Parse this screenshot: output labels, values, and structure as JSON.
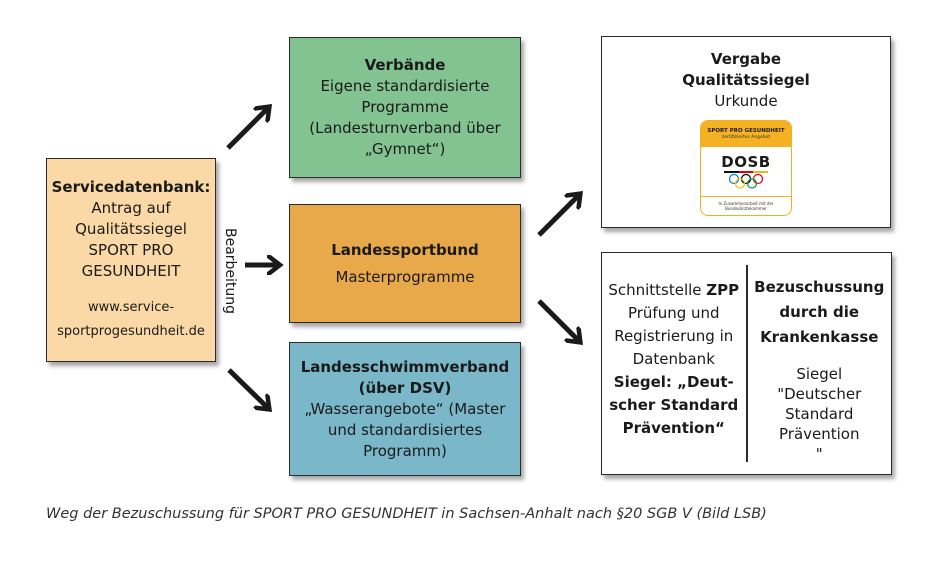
{
  "boxes": {
    "service": {
      "title": "Servicedatenbank:",
      "lines": [
        "Antrag auf",
        "Qualitätssiegel",
        "SPORT PRO",
        "GESUNDHEIT"
      ],
      "url_lines": [
        "www.service-",
        "sportprogesundheit.de"
      ],
      "color": "#fbd9a6"
    },
    "verbaende": {
      "title": "Verbände",
      "lines": [
        "Eigene standardisierte",
        "Programme",
        "(Landesturnverband über",
        "„Gymnet“)"
      ],
      "color": "#82c391"
    },
    "lsb": {
      "title": "Landessportbund",
      "subtitle": "Masterprogramme",
      "color": "#e8a94a"
    },
    "schwimm": {
      "title_lines": [
        "Landesschwimmverband",
        "(über DSV)"
      ],
      "lines": [
        "„Wasserangebote“ (Master",
        "und standardisiertes",
        "Programm)"
      ],
      "color": "#79b7c9"
    },
    "vergabe": {
      "title_lines": [
        "Vergabe",
        "Qualitätssiegel"
      ],
      "subtitle": "Urkunde",
      "seal": {
        "header": "SPORT PRO GESUNDHEIT",
        "subheader": "zertifiziertes Angebot",
        "logo": "DOSB",
        "footer_lines": [
          "In Zusammenarbeit mit der",
          "Bundesärztekammer"
        ],
        "accent": "#f4b223"
      }
    },
    "zpp": {
      "left": {
        "line1_prefix": "Schnittstelle ",
        "line1_bold": "ZPP",
        "lines": [
          "Prüfung und",
          "Registrierung in",
          "Datenbank"
        ],
        "bold_lines": [
          "Siegel: „Deut-",
          "scher Standard",
          "Prävention“"
        ]
      },
      "right": {
        "bold_lines": [
          "Bezuschussung",
          "durch die",
          "Krankenkasse"
        ],
        "lines": [
          "Siegel",
          "\"Deutscher",
          "Standard",
          "Prävention",
          "\""
        ]
      }
    }
  },
  "side_label": "Bearbeitung",
  "caption": "Weg der Bezuschussung für SPORT PRO GESUNDHEIT in Sachsen-Anhalt nach §20 SGB V (Bild LSB)"
}
